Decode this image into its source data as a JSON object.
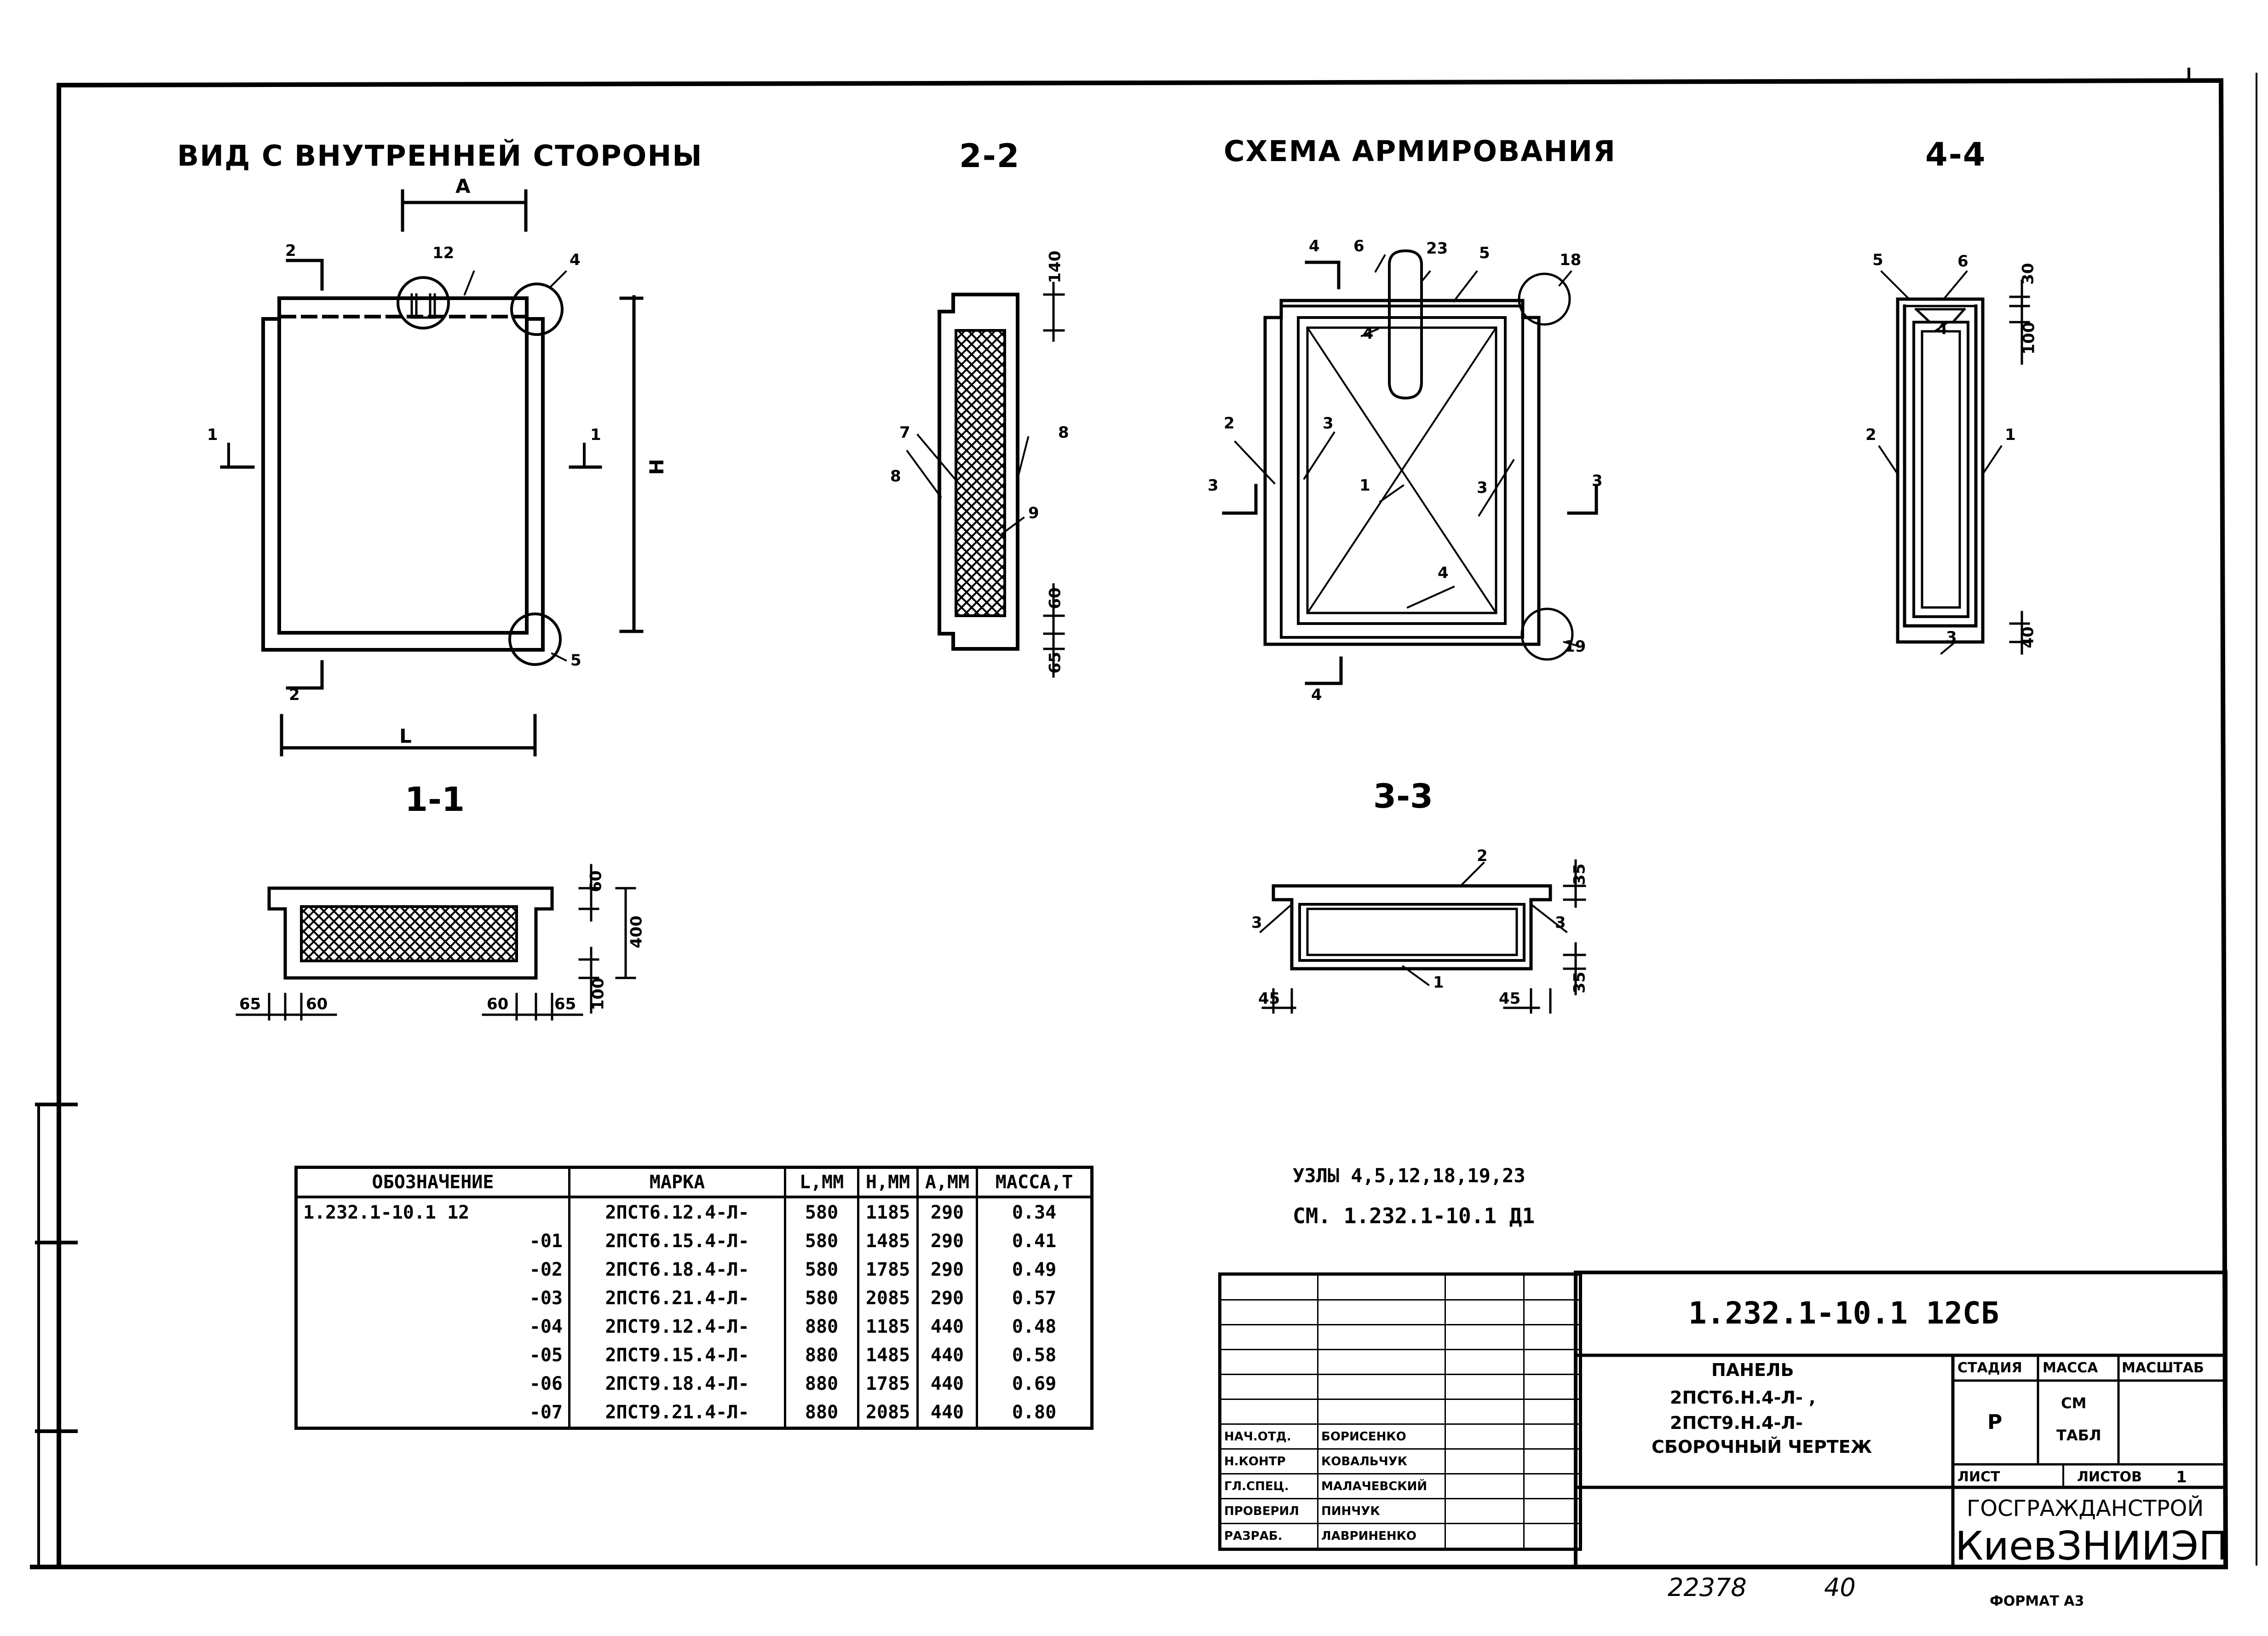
{
  "views": {
    "inner_view_title": "ВИД С ВНУТРЕННЕЙ СТОРОНЫ",
    "section_2_2": "2-2",
    "reinforcement_title": "СХЕМА АРМИРОВАНИЯ",
    "section_4_4": "4-4",
    "section_1_1": "1-1",
    "section_3_3": "3-3"
  },
  "inner_view": {
    "dim_a": "А",
    "dim_h": "Н",
    "dim_l": "L",
    "callout_12": "12",
    "callout_4": "4",
    "callout_5": "5",
    "cut_1": "1",
    "cut_2": "2"
  },
  "section_2_2": {
    "dim_140": "140",
    "dim_60": "60",
    "dim_65": "65",
    "pos_7": "7",
    "pos_8_left": "8",
    "pos_8_right": "8",
    "pos_9": "9"
  },
  "reinforcement": {
    "pos_6": "6",
    "pos_23": "23",
    "pos_5": "5",
    "pos_18": "18",
    "pos_4_top": "4",
    "pos_2": "2",
    "pos_3_left": "3",
    "pos_1": "1",
    "pos_3_right": "3",
    "pos_4_bottom": "4",
    "pos_19": "19",
    "cut_3": "3",
    "cut_4": "4"
  },
  "section_4_4": {
    "pos_5": "5",
    "pos_6": "6",
    "pos_4": "4",
    "pos_2": "2",
    "pos_1": "1",
    "pos_3": "3",
    "dim_30": "30",
    "dim_100": "100",
    "dim_40": "40"
  },
  "section_1_1": {
    "dim_60_top": "60",
    "dim_400": "400",
    "dim_100": "100",
    "dim_65_left": "65",
    "dim_60_left": "60",
    "dim_60_right": "60",
    "dim_65_right": "65"
  },
  "section_3_3": {
    "pos_2": "2",
    "pos_3_left": "3",
    "pos_3_right": "3",
    "pos_1": "1",
    "dim_35_top": "35",
    "dim_35_bottom": "35",
    "dim_45_left": "45",
    "dim_45_right": "45"
  },
  "spec_table": {
    "headers": [
      "ОБОЗНАЧЕНИЕ",
      "МАРКА",
      "L,ММ",
      "Н,ММ",
      "А,ММ",
      "МАССА,Т"
    ],
    "rows": [
      [
        "1.232.1-10.1  12",
        "2ПСТ6.12.4-Л-",
        "580",
        "1185",
        "290",
        "0.34"
      ],
      [
        "-01",
        "2ПСТ6.15.4-Л-",
        "580",
        "1485",
        "290",
        "0.41"
      ],
      [
        "-02",
        "2ПСТ6.18.4-Л-",
        "580",
        "1785",
        "290",
        "0.49"
      ],
      [
        "-03",
        "2ПСТ6.21.4-Л-",
        "580",
        "2085",
        "290",
        "0.57"
      ],
      [
        "-04",
        "2ПСТ9.12.4-Л-",
        "880",
        "1185",
        "440",
        "0.48"
      ],
      [
        "-05",
        "2ПСТ9.15.4-Л-",
        "880",
        "1485",
        "440",
        "0.58"
      ],
      [
        "-06",
        "2ПСТ9.18.4-Л-",
        "880",
        "1785",
        "440",
        "0.69"
      ],
      [
        "-07",
        "2ПСТ9.21.4-Л-",
        "880",
        "2085",
        "440",
        "0.80"
      ]
    ]
  },
  "notes": {
    "line1": "УЗЛЫ  4,5,12,18,19,23",
    "line2": "СМ.  1.232.1-10.1  Д1"
  },
  "title_block": {
    "designation": "1.232.1-10.1  12СБ",
    "name_lines": [
      "ПАНЕЛЬ",
      "2ПСТ6.Н.4-Л- ,",
      "2ПСТ9.Н.4-Л-",
      "СБОРОЧНЫЙ ЧЕРТЕЖ"
    ],
    "stage_label": "СТАДИЯ",
    "mass_label": "МАССА",
    "scale_label": "МАСШТАБ",
    "stage_value": "Р",
    "mass_value_1": "СМ",
    "mass_value_2": "ТАБЛ",
    "sheet_label": "ЛИСТ",
    "sheets_label": "ЛИСТОВ",
    "sheets_value": "1",
    "org_1": "ГОСГРАЖДАНСТРОЙ",
    "org_2": "КиевЗНИИЭП",
    "signatures": [
      {
        "role": "НАЧ.ОТД.",
        "name": "БОРИСЕНКО"
      },
      {
        "role": "Н.КОНТР",
        "name": "КОВАЛЬЧУК"
      },
      {
        "role": "ГЛ.СПЕЦ.",
        "name": "МАЛАЧЕВСКИЙ"
      },
      {
        "role": "ПРОВЕРИЛ",
        "name": "ПИНЧУК"
      },
      {
        "role": "РАЗРАБ.",
        "name": "ЛАВРИНЕНКО"
      }
    ]
  },
  "footer": {
    "inventory": "22378",
    "page": "40",
    "format": "ФОРМАТ А3"
  }
}
